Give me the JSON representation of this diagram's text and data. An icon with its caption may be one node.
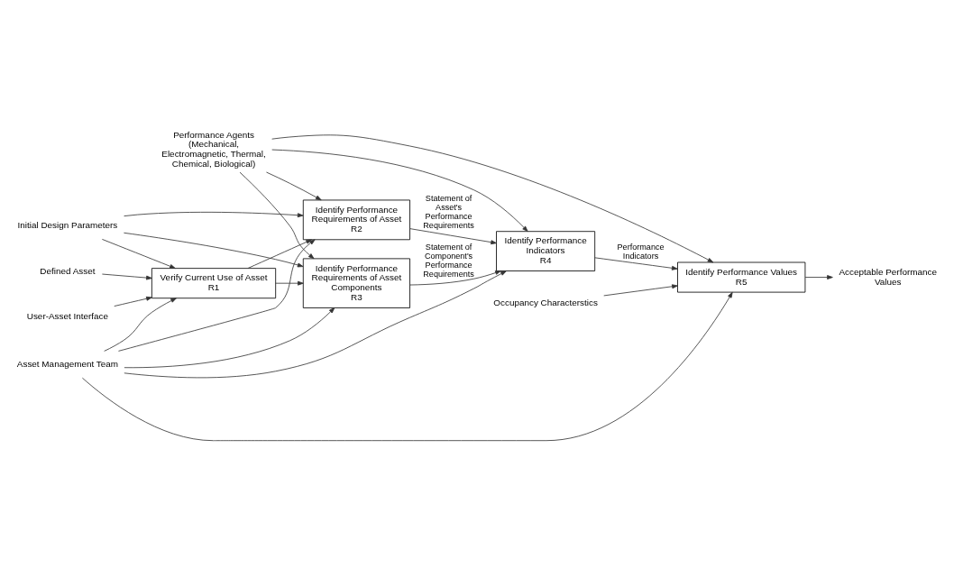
{
  "diagram": {
    "nodes": [
      {
        "text": [
          "User-Asset Interface"
        ]
      },
      {
        "text": [
          "Initial Design Parameters"
        ]
      },
      {
        "text": [
          "Defined Asset"
        ]
      },
      {
        "text": [
          "Verify Current Use of Asset",
          "R1"
        ]
      },
      {
        "text": [
          "Performance Agents (Mechanical, Electromagnetic, Thermal, Chemical, Biological)"
        ]
      },
      {
        "text": [
          "Identify Performance Requirements of Asset",
          "R2"
        ]
      },
      {
        "text": [
          "Identify Performance Requirements of Asset Components",
          "R3"
        ]
      },
      {
        "text": [
          "Identify Performance Indicators",
          "R4"
        ]
      },
      {
        "text": [
          "Occupancy Characterstics"
        ]
      },
      {
        "text": [
          "Identify Performance Values",
          "R5"
        ]
      },
      {
        "text": [
          "Acceptable Performance Values"
        ]
      },
      {
        "text": [
          "Asset Management Team"
        ]
      }
    ],
    "edges": [
      {
        "from": 2,
        "to": 3,
        "arrow": "to"
      },
      {
        "from": 0,
        "to": 3,
        "arrow": "to"
      },
      {
        "from": 1,
        "to": 3,
        "arrow": "to"
      },
      {
        "from": 1,
        "to": 5,
        "arrow": "to"
      },
      {
        "from": 1,
        "to": 6,
        "arrow": "to"
      },
      {
        "from": 4,
        "to": 5,
        "arrow": "to"
      },
      {
        "from": 4,
        "to": 6,
        "arrow": "to"
      },
      {
        "from": 4,
        "to": 7,
        "arrow": "to"
      },
      {
        "from": 4,
        "to": 9,
        "arrow": "to"
      },
      {
        "from": 3,
        "to": 5,
        "arrow": "to"
      },
      {
        "from": 3,
        "to": 6,
        "arrow": "to"
      },
      {
        "from": 5,
        "to": 7,
        "arrow": "to",
        "label": "Statement of Asset's Performance Requirements"
      },
      {
        "from": 6,
        "to": 7,
        "arrow": "to",
        "label": "Statement of Component's Performance Requirements"
      },
      {
        "from": 7,
        "to": 9,
        "arrow": "to",
        "label": "Performance Indicators"
      },
      {
        "from": 8,
        "to": 9,
        "arrow": "to"
      },
      {
        "from": 9,
        "to": 10,
        "arrow": "to"
      },
      {
        "from": 11,
        "to": 3,
        "arrow": "to"
      },
      {
        "from": 11,
        "to": 5,
        "arrow": "to"
      },
      {
        "from": 11,
        "to": 6,
        "arrow": "to"
      },
      {
        "from": 11,
        "to": 7,
        "arrow": "to"
      },
      {
        "from": 11,
        "to": 9,
        "arrow": "to"
      }
    ]
  }
}
